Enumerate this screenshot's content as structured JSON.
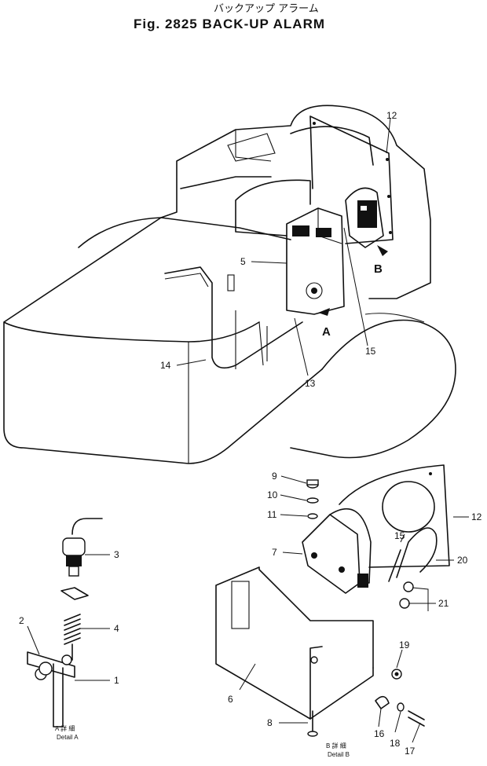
{
  "header": {
    "title_jp": "バックアップ アラーム",
    "title_en": "Fig. 2825 BACK-UP ALARM"
  },
  "views": {
    "detail_a": {
      "label_jp": "A 詳 細",
      "label_en": "Detail A"
    },
    "detail_b": {
      "label_jp": "B 詳 細",
      "label_en": "Detail B"
    },
    "view_arrow_a": "A",
    "view_arrow_b": "B"
  },
  "callouts": {
    "c1": "1",
    "c2": "2",
    "c3": "3",
    "c4": "4",
    "c5": "5",
    "c6": "6",
    "c7": "7",
    "c8": "8",
    "c9": "9",
    "c10": "10",
    "c11": "11",
    "c12a": "12",
    "c12b": "12",
    "c13": "13",
    "c14": "14",
    "c15a": "15",
    "c15b": "15",
    "c16": "16",
    "c17": "17",
    "c18": "18",
    "c19": "19",
    "c20": "20",
    "c21": "21"
  }
}
